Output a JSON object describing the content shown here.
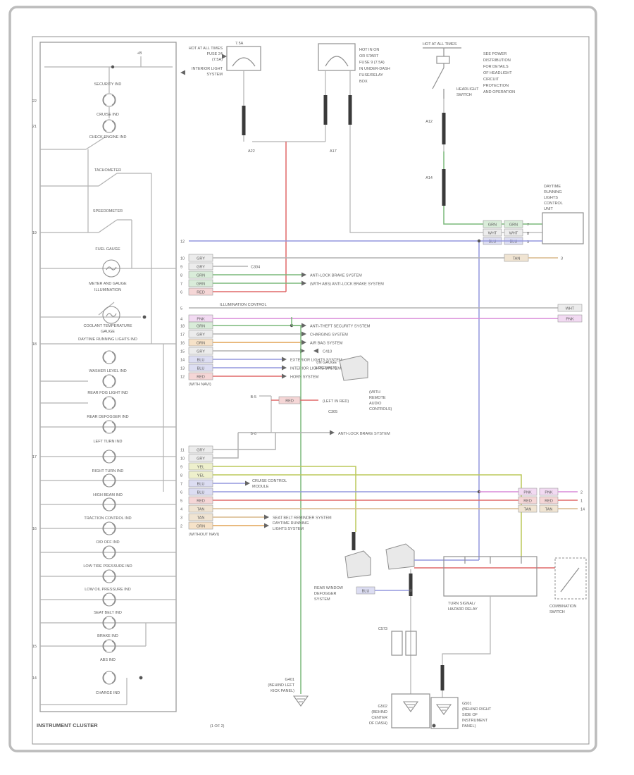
{
  "caption": {
    "title": "INSTRUMENT CLUSTER",
    "page": "(1 OF 2)"
  },
  "colors": {
    "wire_gray": "#b2b2b2",
    "wire_green": "#7ab87a",
    "wire_chartreuse": "#bcc95a",
    "wire_blue": "#9397de",
    "wire_red": "#e06868",
    "wire_pink": "#d98ad9",
    "wire_tan": "#d9b98c",
    "wire_orange": "#e2a455",
    "connector_black": "#3a3a3a"
  },
  "cluster": {
    "top_label": "+B",
    "labels": [
      "SECURITY IND",
      "CRUISE IND",
      "CHECK ENGINE IND",
      "TACHOMETER",
      "SPEEDOMETER",
      "FUEL GAUGE",
      "METER AND GAUGE",
      "ILLUMINATION",
      "COOLANT TEMPERATURE",
      "GAUGE",
      "DAYTIME RUNNING LIGHTS IND",
      "WASHER LEVEL IND",
      "REAR FOG LIGHT IND",
      "REAR DEFOGGER IND",
      "LEFT TURN IND",
      "RIGHT TURN IND",
      "HIGH BEAM IND",
      "TRACTION CONTROL IND",
      "O/D OFF IND",
      "LOW TIRE PRESSURE IND",
      "LOW OIL PRESSURE IND",
      "SEAT BELT IND",
      "BRAKE IND",
      "ABS IND",
      "CHARGE IND"
    ],
    "left_pins": [
      "22",
      "21",
      "19",
      "18",
      "17",
      "16",
      "15",
      "14"
    ]
  },
  "fuse1": {
    "rating": "7.5A",
    "feed": [
      "HOT AT ALL TIMES",
      "FUSE 24",
      "(7.5A)"
    ],
    "note": [
      "INTERIOR LIGHT",
      "SYSTEM"
    ],
    "conn": "A22"
  },
  "fuse2": {
    "rating": "7.5A",
    "note": [
      "HOT IN ON",
      "OR START",
      "FUSE 9 (7.5A)",
      "IN UNDER-DASH",
      "FUSE/RELAY",
      "BOX"
    ],
    "conn": "A17"
  },
  "ign": {
    "hot": "HOT AT ALL TIMES",
    "sw": [
      "HEADLIGHT",
      "SWITCH"
    ],
    "note": [
      "SEE POWER",
      "DISTRIBUTION",
      "FOR DETAILS",
      "OF HEADLIGHT",
      "CIRCUIT",
      "PROTECTION",
      "AND OPERATION"
    ],
    "c1": "A12",
    "c2": "A14"
  },
  "rightbox": {
    "lines": [
      "DAYTIME",
      "RUNNING",
      "LIGHTS",
      "CONTROL",
      "UNIT"
    ],
    "w1": "GRN",
    "w2": "GRN",
    "w3": "WHT",
    "w4": "WHT",
    "w5": "BLU",
    "w6": "BLU",
    "p1": "7",
    "p2": "8",
    "p3": "9"
  },
  "b1": {
    "r1": {
      "pin": "10",
      "c": "GRY",
      "c2": "TAN",
      "p2": "3"
    },
    "r2": {
      "pin": "9",
      "c": "GRY",
      "conn": "C304"
    },
    "r3": {
      "pin": "8",
      "c": "GRN",
      "sys": "ANTI-LOCK BRAKE SYSTEM"
    },
    "r4": {
      "pin": "7",
      "c": "GRN",
      "sys": "(WITH ABS) ANTI-LOCK BRAKE SYSTEM"
    },
    "r5": {
      "pin": "6",
      "c": "RED"
    }
  },
  "ant": {
    "pin": "5",
    "label": "ILLUMINATION CONTROL",
    "c2": "WHT"
  },
  "pnk": {
    "pin": "4",
    "c": "PNK",
    "c2": "PNK"
  },
  "b2": {
    "r1": {
      "pin": "18",
      "c": "GRN",
      "sys": "ANTI-THEFT SECURITY SYSTEM"
    },
    "r2": {
      "pin": "17",
      "c": "GRY",
      "sys": "CHARGING SYSTEM"
    },
    "r3": {
      "pin": "16",
      "c": "ORN",
      "sys": "AIR BAG SYSTEM"
    },
    "r4": {
      "pin": "15",
      "c": "GRY",
      "conn": "C410"
    },
    "r5": {
      "pin": "14",
      "c": "BLU",
      "sys": "EXTERIOR LIGHTS SYSTEM"
    },
    "r6": {
      "pin": "13",
      "c": "BLU",
      "sys": "INTERIOR LIGHTS SYSTEM"
    },
    "r7": {
      "pin": "12",
      "c": "RED",
      "sys": "HORN SYSTEM"
    },
    "note": "(WITH NAVI)",
    "icon_label": [
      "(IN GAUGE",
      "ASSEMBLY)"
    ]
  },
  "sub": {
    "p1": "B-5",
    "p2": "B-8",
    "red": "RED",
    "rednote": "(LEFT IN RED)",
    "conn": "C305",
    "blk": [
      "(WITH",
      "REMOTE",
      "AUDIO",
      "CONTROLS)"
    ],
    "sys": "ANTI-LOCK BRAKE SYSTEM"
  },
  "b3": {
    "r1": {
      "pin": "11",
      "c": "GRY"
    },
    "r2": {
      "pin": "10",
      "c": "GRY"
    },
    "r3": {
      "pin": "9",
      "c": "YEL"
    },
    "r4": {
      "pin": "8",
      "c": "YEL"
    },
    "r5": {
      "pin": "7",
      "c": "BLU",
      "sys1": "CRUISE CONTROL",
      "sys2": "MODULE"
    },
    "r6": {
      "pin": "6",
      "c": "BLU",
      "c2": "PNK",
      "p2": "2"
    },
    "r7": {
      "pin": "5",
      "c": "RED",
      "c2": "RED",
      "p2": "1"
    },
    "r8": {
      "pin": "4",
      "c": "TAN",
      "c2": "TAN",
      "p2": "14"
    },
    "r9": {
      "pin": "3",
      "c": "TAN",
      "sys": "SEAT BELT REMINDER SYSTEM"
    },
    "r10": {
      "pin": "2",
      "c": "ORN",
      "sys1": "DAYTIME RUNNING",
      "sys2": "LIGHTS SYSTEM"
    },
    "note": "(WITHOUT NAVI)"
  },
  "bottom": {
    "defog": [
      "REAR WINDOW",
      "DEFOGGER",
      "SYSTEM"
    ],
    "defogc": "BLU",
    "boxc": [
      "TURN SIGNAL/",
      "HAZARD RELAY"
    ],
    "sw": [
      "COMBINATION",
      "SWITCH"
    ],
    "cpair": "C573",
    "g1": [
      "G401",
      "(BEHIND LEFT",
      "KICK PANEL)"
    ],
    "g2": [
      "G502",
      "(BEHIND",
      "CENTER",
      "OF DASH)"
    ],
    "g3": [
      "G501",
      "(BEHIND RIGHT",
      "SIDE OF",
      "INSTRUMENT",
      "PANEL)"
    ]
  }
}
